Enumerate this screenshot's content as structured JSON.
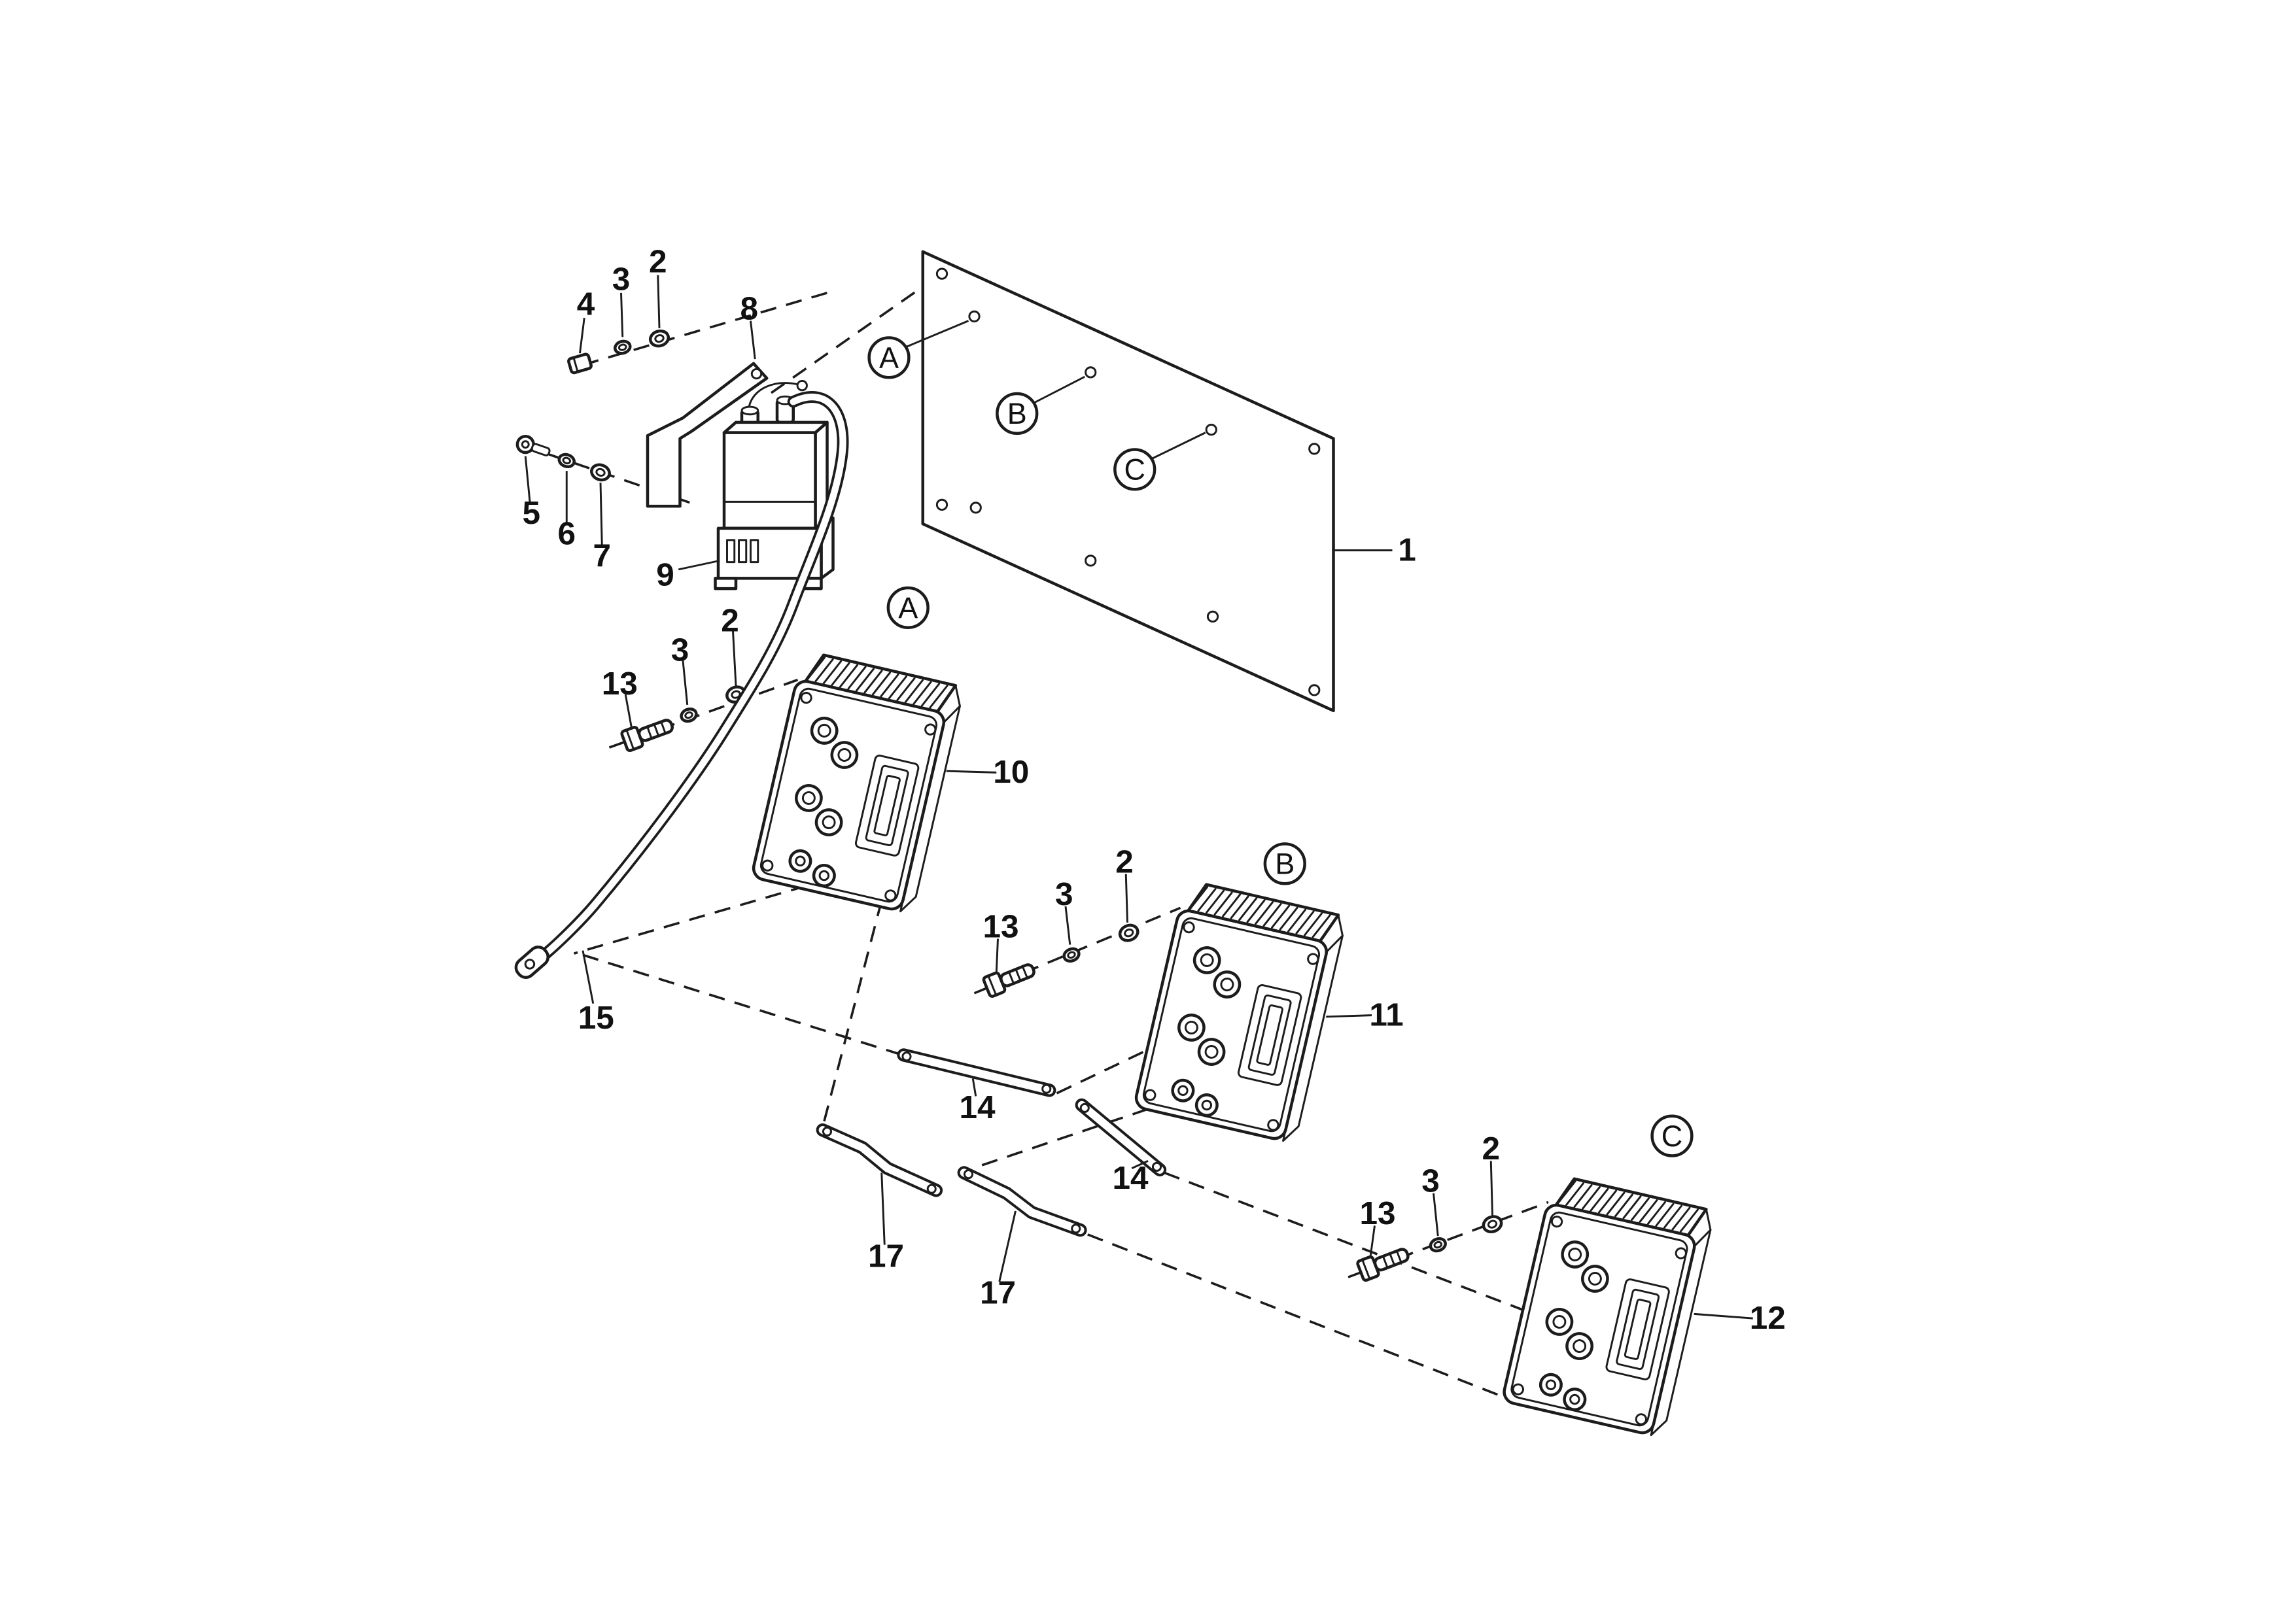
{
  "figure": {
    "kind": "exploded parts diagram",
    "background_color": "#ffffff",
    "line_color": "#1c1c1c"
  },
  "callouts": [
    {
      "text": "4"
    },
    {
      "text": "3"
    },
    {
      "text": "2"
    },
    {
      "text": "8"
    },
    {
      "text": "5"
    },
    {
      "text": "6"
    },
    {
      "text": "7"
    },
    {
      "text": "9"
    },
    {
      "text": "2"
    },
    {
      "text": "3"
    },
    {
      "text": "13"
    },
    {
      "text": "10"
    },
    {
      "text": "15"
    },
    {
      "text": "1"
    },
    {
      "text": "2"
    },
    {
      "text": "3"
    },
    {
      "text": "13"
    },
    {
      "text": "11"
    },
    {
      "text": "14"
    },
    {
      "text": "14"
    },
    {
      "text": "17"
    },
    {
      "text": "17"
    },
    {
      "text": "2"
    },
    {
      "text": "3"
    },
    {
      "text": "13"
    },
    {
      "text": "12"
    }
  ],
  "ref_markers": [
    {
      "text": "A"
    },
    {
      "text": "B"
    },
    {
      "text": "C"
    },
    {
      "text": "A"
    },
    {
      "text": "B"
    },
    {
      "text": "C"
    }
  ]
}
